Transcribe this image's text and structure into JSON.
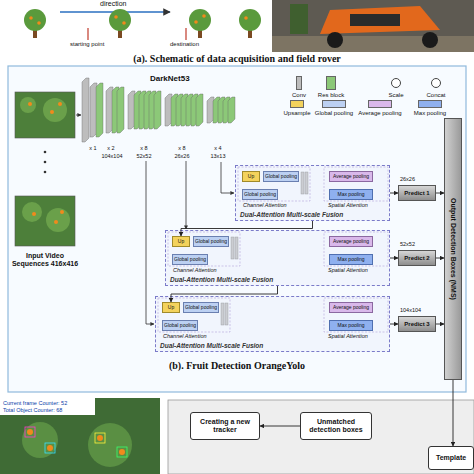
{
  "diagram": {
    "nodes": [
      {
        "text": [
          "Dual-Attention Multi-scale Fusion"
        ]
      },
      {
        "text": [
          "Up"
        ],
        "in": 0
      },
      {
        "text": [
          "Global pooling"
        ],
        "in": 0
      },
      {
        "text": [
          "Global pooling"
        ],
        "in": 0
      },
      {
        "text": [
          "Average pooling"
        ],
        "in": 0
      },
      {
        "text": [
          "Max pooling"
        ],
        "in": 0
      },
      {
        "text": [
          "Predict 1"
        ]
      },
      {
        "text": [
          "Dual-Attention Multi-scale Fusion"
        ]
      },
      {
        "text": [
          "Up"
        ],
        "in": 7
      },
      {
        "text": [
          "Global pooling"
        ],
        "in": 7
      },
      {
        "text": [
          "Global pooling"
        ],
        "in": 7
      },
      {
        "text": [
          "Average pooling"
        ],
        "in": 7
      },
      {
        "text": [
          "Max pooling"
        ],
        "in": 7
      },
      {
        "text": [
          "Predict 2"
        ]
      },
      {
        "text": [
          "Dual-Attention Multi-scale Fusion"
        ]
      },
      {
        "text": [
          "Up"
        ],
        "in": 14
      },
      {
        "text": [
          "Global pooling"
        ],
        "in": 14
      },
      {
        "text": [
          "Global pooling"
        ],
        "in": 14
      },
      {
        "text": [
          "Average pooling"
        ],
        "in": 14
      },
      {
        "text": [
          "Max pooling"
        ],
        "in": 14
      },
      {
        "text": [
          "Predict 3"
        ]
      },
      {
        "text": [
          "Output Detection Boxes (NMS)"
        ]
      },
      {
        "text": [
          "Creating a new tracker"
        ]
      },
      {
        "text": [
          "Unmatched detection boxes"
        ]
      },
      {
        "text": [
          "Template"
        ]
      }
    ],
    "edges": [
      {
        "from": 0,
        "to": 6,
        "arrow": "to"
      },
      {
        "from": 7,
        "to": 13,
        "arrow": "to"
      },
      {
        "from": 14,
        "to": 20,
        "arrow": "to"
      },
      {
        "from": 6,
        "to": 21,
        "arrow": "to"
      },
      {
        "from": 13,
        "to": 21,
        "arrow": "to"
      },
      {
        "from": 20,
        "to": 21,
        "arrow": "to"
      },
      {
        "from": 0,
        "to": 8,
        "arrow": "to"
      },
      {
        "from": 7,
        "to": 15,
        "arrow": "to"
      },
      {
        "from": 21,
        "to": 24,
        "arrow": "to"
      },
      {
        "from": 23,
        "to": 22,
        "arrow": "to"
      }
    ],
    "labels": [
      "direction",
      "starting point",
      "destination",
      "(a). Schematic of data acquisition and field rover",
      "DarkNet53",
      "x 1",
      "x 2",
      "104x104",
      "x 8",
      "52x52",
      "x 8",
      "26x26",
      "x 4",
      "13x13",
      "Input Video Sequences 416x416",
      "Channel Attention",
      "Spatial Attention",
      "26x26",
      "Channel Attention",
      "Spatial Attention",
      "52x52",
      "Channel Attention",
      "Spatial Attention",
      "104x104",
      "(b). Fruit Detection OrangeYolo",
      "Current frame Counter: 52",
      "Total Object Counter: 68"
    ],
    "legend": [
      {
        "text": "Conv",
        "color": "#bdbdbd"
      },
      {
        "text": "Res block",
        "color": "#8cc878"
      },
      {
        "text": "Scale"
      },
      {
        "text": "Concat"
      },
      {
        "text": "Upsample",
        "color": "#f3d25c"
      },
      {
        "text": "Global pooling",
        "color": "#bcd0f2"
      },
      {
        "text": "Average pooling",
        "color": "#d9b8ea"
      },
      {
        "text": "Max pooling",
        "color": "#8fb0ef"
      }
    ]
  }
}
